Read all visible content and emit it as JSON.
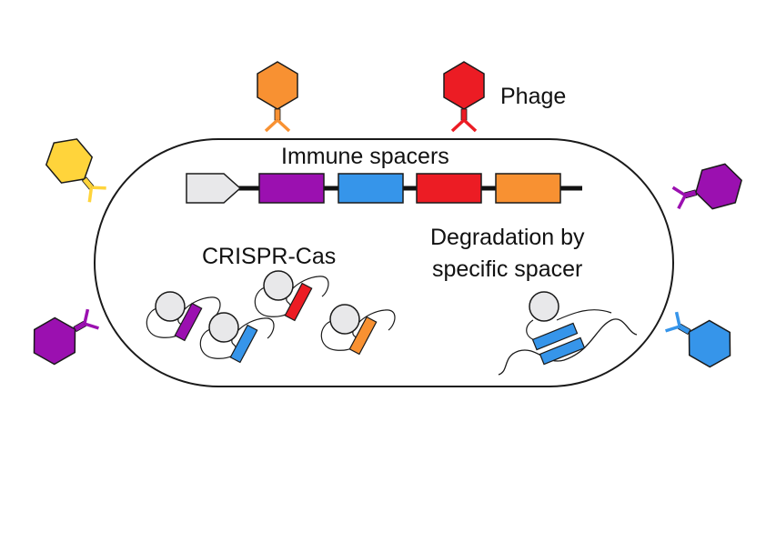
{
  "labels": {
    "phage": "Phage",
    "immune_spacers": "Immune spacers",
    "crispr_cas": "CRISPR-Cas",
    "degradation_line1": "Degradation by",
    "degradation_line2": "specific spacer"
  },
  "colors": {
    "orange": "#F89132",
    "red": "#EC1C24",
    "yellow": "#FFD43B",
    "purple": "#9B10B0",
    "blue": "#3695EA",
    "grey": "#E8E8EA",
    "outline": "#1a1a1a"
  },
  "array": {
    "leader_color": "grey",
    "spacers": [
      "purple",
      "blue",
      "red",
      "orange"
    ]
  },
  "phages": [
    "orange",
    "red",
    "yellow",
    "purple",
    "purple",
    "blue"
  ],
  "complexes": [
    "purple",
    "blue",
    "red",
    "orange"
  ]
}
